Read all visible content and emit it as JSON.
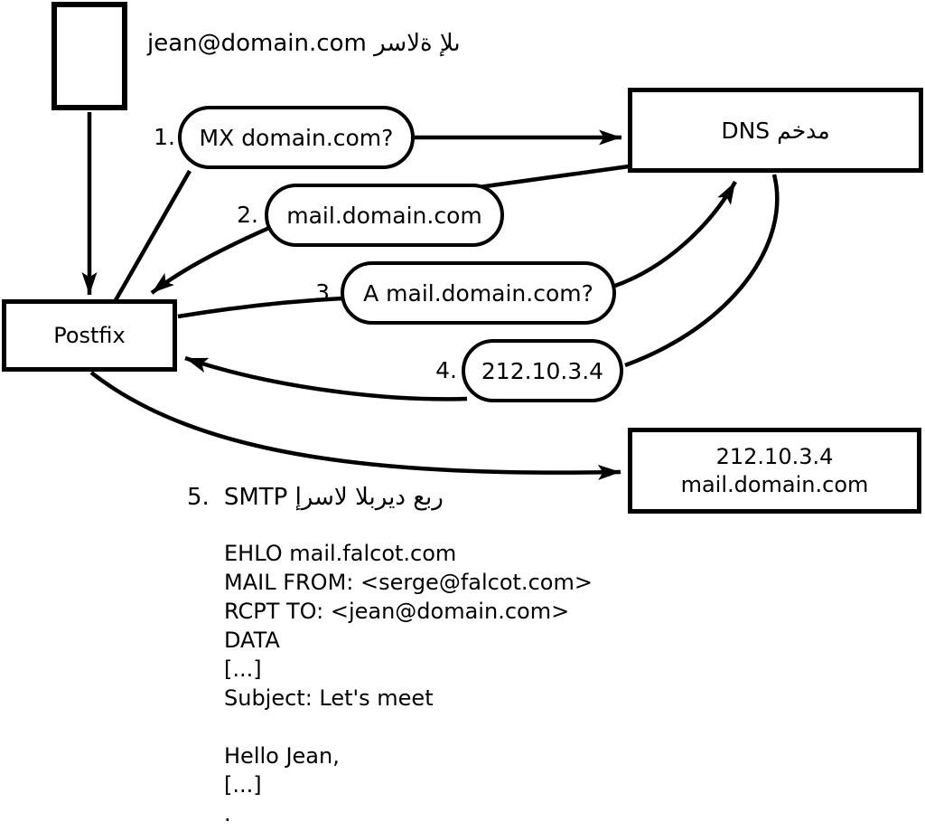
{
  "colors": {
    "background": "#ffffff",
    "ink": "#000000"
  },
  "caption": {
    "text": "jean@domain.com رسالة إلى"
  },
  "nodes": {
    "postfix": {
      "label": "Postfix"
    },
    "dns": {
      "label": "DNS مخدم"
    },
    "mail_server": {
      "line1": "212.10.3.4",
      "line2": "mail.domain.com"
    }
  },
  "steps": [
    {
      "num": "1.",
      "label": "MX domain.com?"
    },
    {
      "num": "2.",
      "label": "mail.domain.com"
    },
    {
      "num": "3.",
      "label": "A mail.domain.com?"
    },
    {
      "num": "4.",
      "label": "212.10.3.4"
    }
  ],
  "step5": {
    "num": "5.",
    "label": "SMTP إرسال البريد عبر"
  },
  "smtp_session": "EHLO mail.falcot.com\nMAIL FROM: <serge@falcot.com>\nRCPT TO: <jean@domain.com>\nDATA\n[...]\nSubject: Let's meet\n\nHello Jean,\n[...]\n."
}
